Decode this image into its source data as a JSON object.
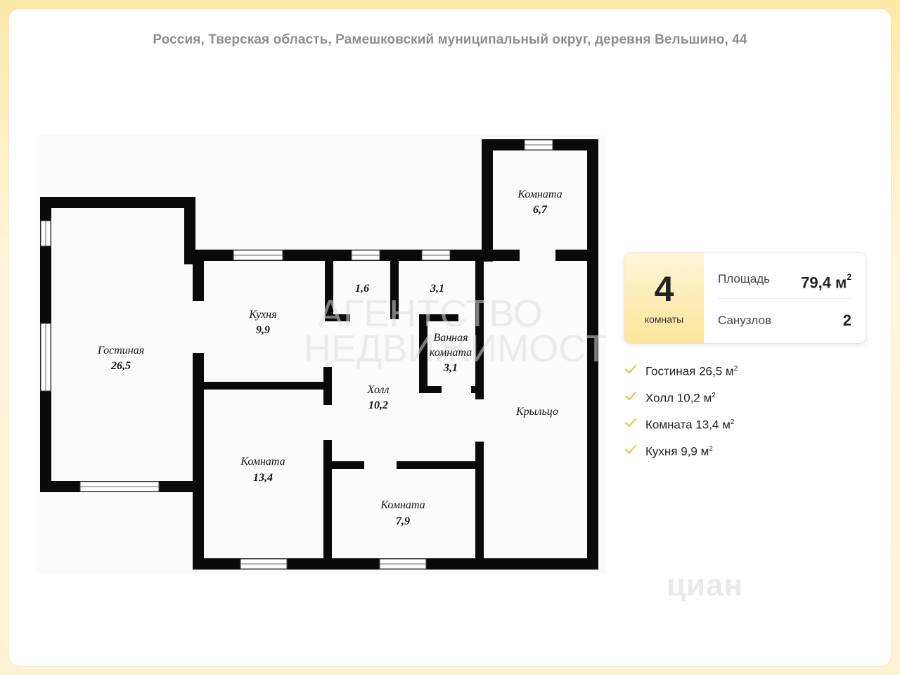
{
  "address": "Россия, Тверская область, Рамешковский муниципальный округ, деревня Вельшино, 44",
  "floorplan": {
    "rooms": [
      {
        "id": "living",
        "name": "Гостиная",
        "area": "26,5"
      },
      {
        "id": "kitchen",
        "name": "Кухня",
        "area": "9,9"
      },
      {
        "id": "small1",
        "name": "",
        "area": "1,6"
      },
      {
        "id": "small2",
        "name": "",
        "area": "3,1"
      },
      {
        "id": "bath",
        "name": "Ванная комната",
        "name_line1": "Ванная",
        "name_line2": "комната",
        "area": "3,1"
      },
      {
        "id": "hall",
        "name": "Холл",
        "area": "10,2"
      },
      {
        "id": "room_top",
        "name": "Комната",
        "area": "6,7"
      },
      {
        "id": "porch",
        "name": "Крыльцо",
        "area": ""
      },
      {
        "id": "room_left",
        "name": "Комната",
        "area": "13,4"
      },
      {
        "id": "room_bottom",
        "name": "Комната",
        "area": "7,9"
      }
    ],
    "watermark_line1": "АГЕНТСТВО",
    "watermark_line2": "НЕДВИЖИМОСТИ"
  },
  "stats": {
    "rooms_count": "4",
    "rooms_word": "комнаты",
    "area_label": "Площадь",
    "area_value": "79,4 м",
    "area_sup": "2",
    "bathrooms_label": "Санузлов",
    "bathrooms_value": "2"
  },
  "features": [
    {
      "text": "Гостиная 26,5 м",
      "sup": "2"
    },
    {
      "text": "Холл 10,2 м",
      "sup": "2"
    },
    {
      "text": "Комната 13,4 м",
      "sup": "2"
    },
    {
      "text": "Кухня 9,9 м",
      "sup": "2"
    }
  ],
  "logo_text": "циан",
  "colors": {
    "accent": "#f5c842",
    "check": "#e9c54e",
    "wall": "#0a0a0a",
    "text_muted": "#8d8d8d"
  }
}
